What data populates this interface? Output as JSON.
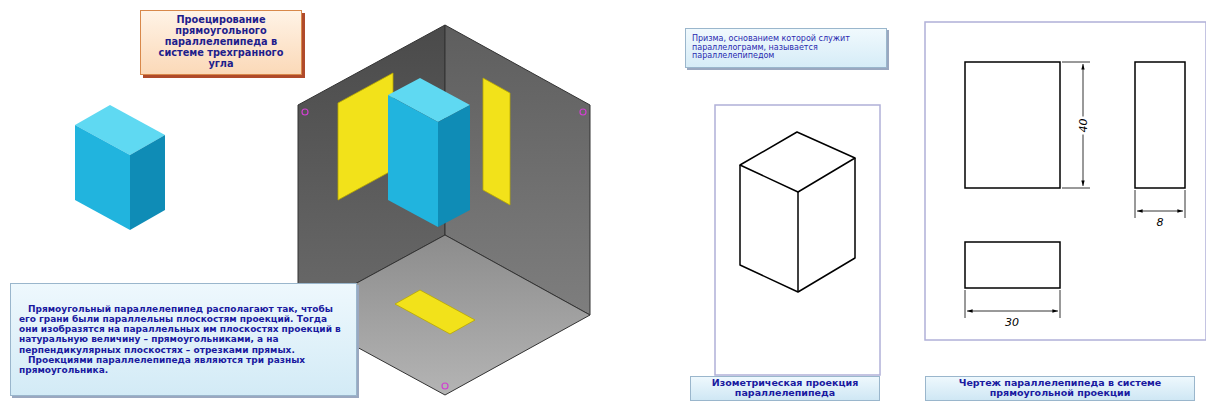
{
  "diagram": {
    "nodes": [
      {
        "text": [
          "Проецирование прямоугольного параллелепипеда в системе трехгранного угла"
        ]
      },
      {
        "text": [
          "Прямоугольный параллелепипед располагают так, чтобы его грани были параллельны плоскостям проекций. Тогда они изобразятся на параллельных им плоскостях проекций в натуральную величину – прямоугольниками, а на перпендикулярных плоскостях – отрезками прямых.",
          "Проекциями параллелепипеда являются три разных прямоугольника."
        ]
      },
      {
        "text": [
          "Призма, основанием которой служит параллелограмм, называется параллелепипедом"
        ]
      },
      {
        "text": [
          "Изометрическая проекция параллелепипеда"
        ]
      },
      {
        "text": [
          "Чертеж параллелепипеда в системе прямоугольной проекции"
        ]
      }
    ],
    "labels": [
      "40",
      "8",
      "30"
    ]
  }
}
